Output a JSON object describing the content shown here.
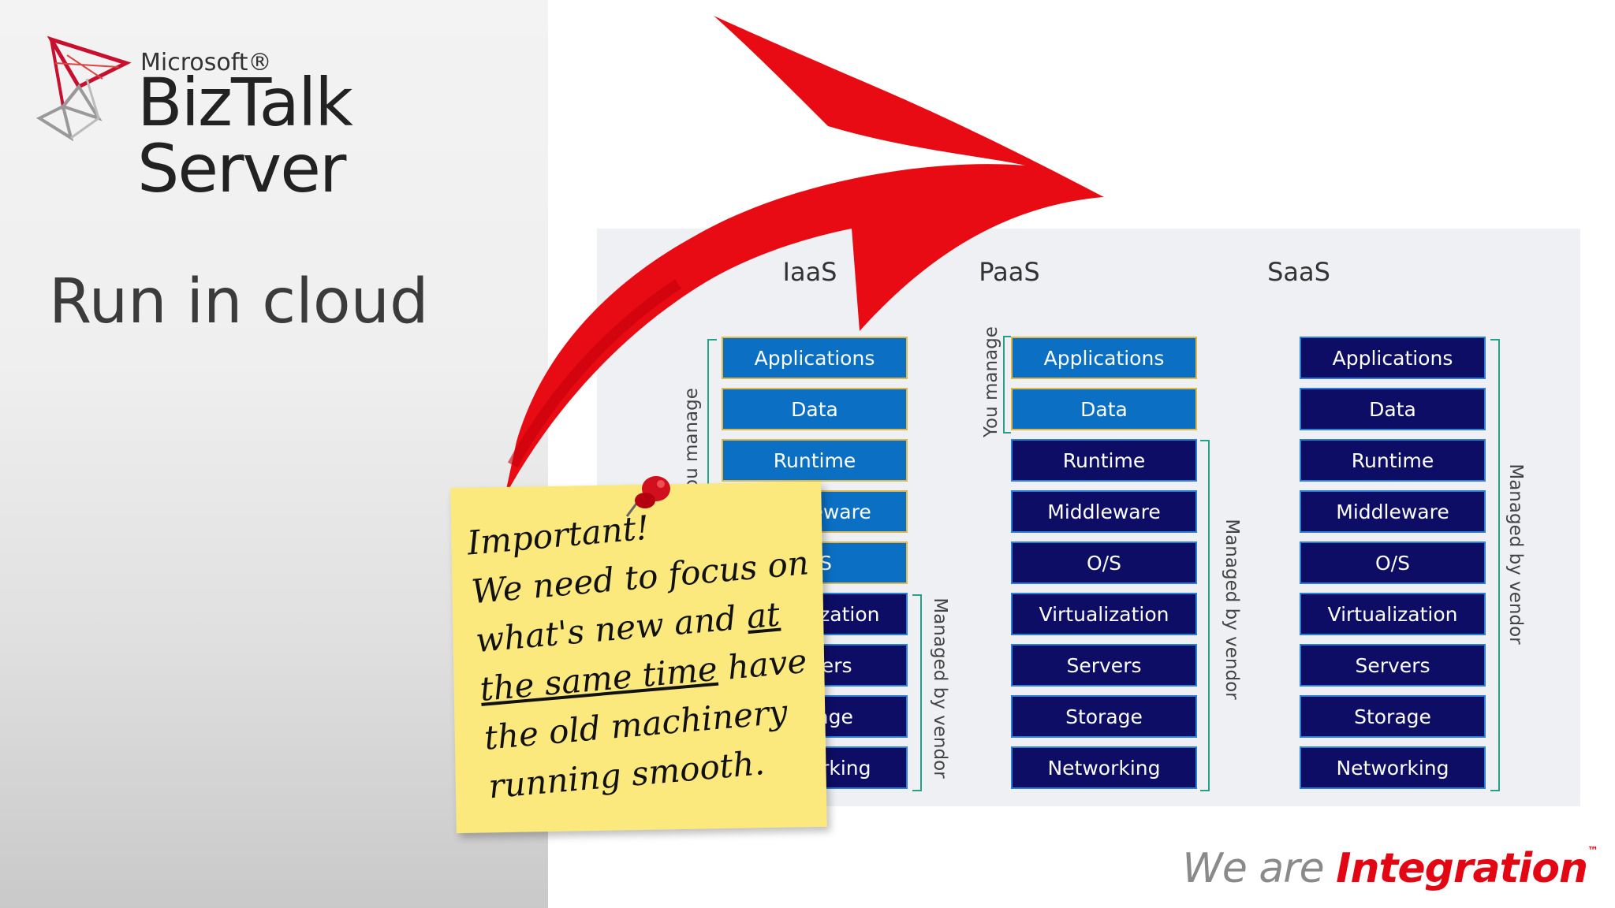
{
  "brand": {
    "company": "Microsoft®",
    "product": "BizTalk Server",
    "colors": {
      "accent": "#e30613",
      "managed": "#0b6fc3",
      "vendor": "#0d0d66",
      "bracket": "#26a08a"
    }
  },
  "slide": {
    "title": "Run in cloud"
  },
  "diagram": {
    "columns": [
      {
        "heading": "IaaS",
        "layers": [
          "Applications",
          "Data",
          "Runtime",
          "Middleware",
          "O/S",
          "Virtualization",
          "Servers",
          "Storage",
          "Networking"
        ],
        "manage_label": "You manage",
        "vendor_label": "Managed by vendor"
      },
      {
        "heading": "PaaS",
        "layers": [
          "Applications",
          "Data",
          "Runtime",
          "Middleware",
          "O/S",
          "Virtualization",
          "Servers",
          "Storage",
          "Networking"
        ],
        "manage_label": "You manage",
        "vendor_label": "Managed by vendor"
      },
      {
        "heading": "SaaS",
        "layers": [
          "Applications",
          "Data",
          "Runtime",
          "Middleware",
          "O/S",
          "Virtualization",
          "Servers",
          "Storage",
          "Networking"
        ],
        "vendor_label": "Managed by vendor"
      }
    ]
  },
  "note": {
    "line1": "Important!",
    "line2": "We need to focus on",
    "line3a": "what's new and ",
    "line3b": "at",
    "line4a": "the same time",
    "line4b": " have",
    "line5": "the old machinery",
    "line6": "running smooth."
  },
  "footer": {
    "part1": "We are ",
    "part2": "Integration",
    "tm": "™"
  },
  "icons": {
    "logo": "biztalk-logo-icon",
    "arrow": "red-arrow-icon",
    "pin": "push-pin-icon"
  }
}
